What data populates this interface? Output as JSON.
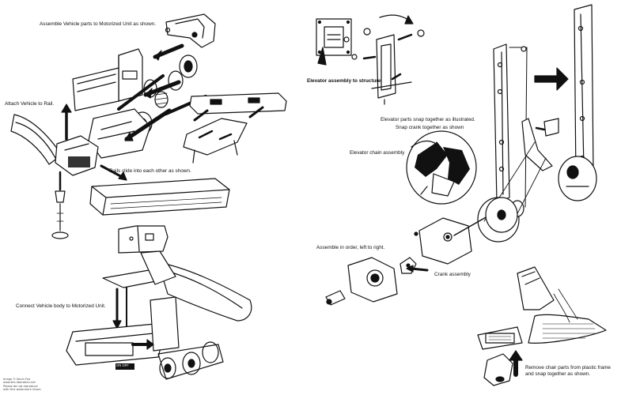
{
  "captions": {
    "assemble_vehicle": "Assemble Vehicle parts to Motorized Unit as shown.",
    "attach_vehicle": "Attach Vehicle to Rail.",
    "rails_slide": "Rails slide into each other as shown.",
    "connect_body": "Connect Vehicle body to Motorized Unit.",
    "elevator_structure": "Elevator assembly to structure",
    "elevator_parts": "Elevator parts snap together as illustrated.",
    "snap_crank": "Snap crank together as shown",
    "elevator_chain": "Elevator chain assembly",
    "assemble_order": "Assemble in order, left to right.",
    "crank_assembly": "Crank assembly",
    "chair_parts": "Remove chair parts from plastic frame and snap together as shown.",
    "switch_label": "ON  OFF"
  },
  "credit": [
    "Image © Kevin Fox",
    "www.the-liberation.net",
    "Please do not reproduce",
    "with this watermark intact."
  ],
  "colors": {
    "ink": "#111111",
    "paper": "#ffffff"
  }
}
